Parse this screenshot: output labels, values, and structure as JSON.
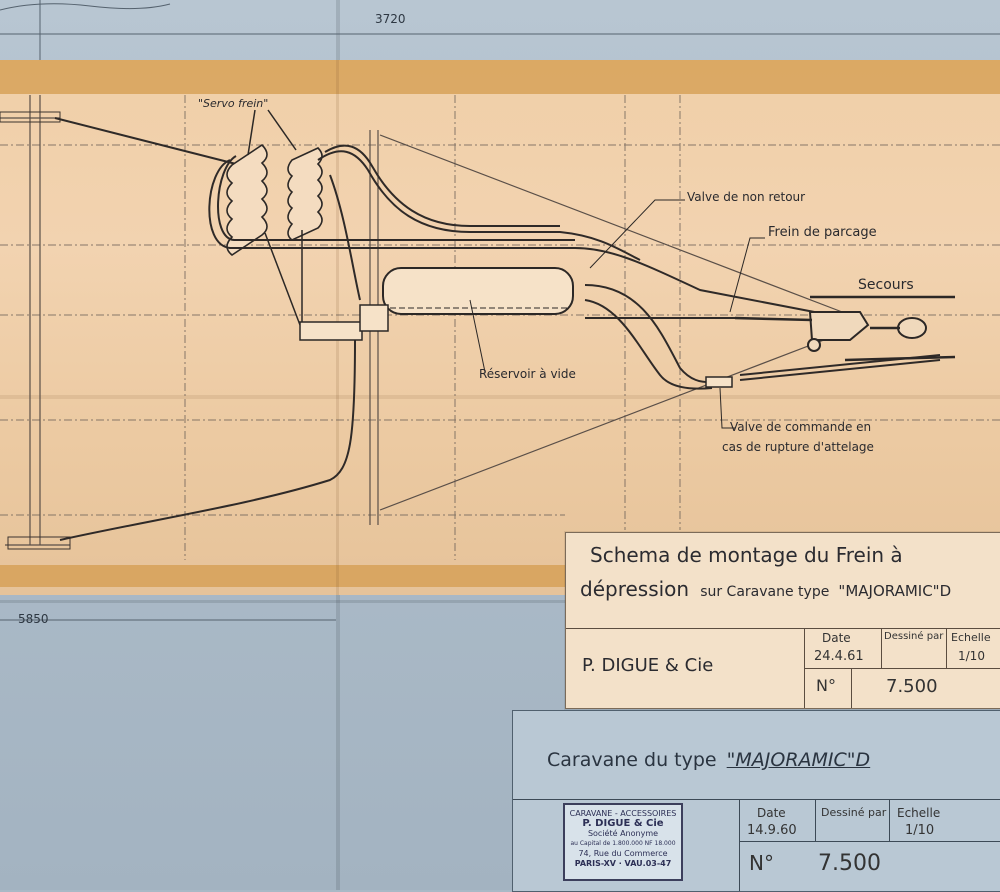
{
  "dimension_top": "3720",
  "dimension_left": "5850",
  "labels": {
    "servo_frein": "\"Servo frein\"",
    "valve_non_retour": "Valve de non retour",
    "frein_parcage": "Frein de parcage",
    "secours": "Secours",
    "reservoir": "Réservoir à vide",
    "valve_commande_1": "Valve de commande en",
    "valve_commande_2": "cas de rupture d'attelage"
  },
  "tracing_title": {
    "line1": "Schema de montage du Frein à",
    "line2_big": "dépression",
    "line2_small": "sur Caravane type",
    "line2_model": "\"MAJORAMIC\"D",
    "company": "P. DIGUE & Cie",
    "date_label": "Date",
    "date_value": "24.4.61",
    "drawn_label": "Dessiné par",
    "scale_label": "Echelle",
    "scale_value": "1/10",
    "number_label": "N°",
    "number_value": "7.500"
  },
  "cartouche": {
    "title_prefix": "Caravane du type",
    "title_model": "\"MAJORAMIC\"D",
    "date_label": "Date",
    "date_value": "14.9.60",
    "drawn_label": "Dessiné par",
    "scale_label": "Echelle",
    "scale_value": "1/10",
    "number_label": "N°",
    "number_value": "7.500",
    "stamp": {
      "line1": "CARAVANE - ACCESSOIRES",
      "line2": "P. DIGUE & Cie",
      "line3": "Société Anonyme",
      "line4": "au Capital de 1.800.000 NF 18.000",
      "line5": "74, Rue du Commerce",
      "line6": "PARIS-XV · VAU.03-47"
    }
  },
  "colors": {
    "tracing_paper": "#f0cfa8",
    "tape": "#d6a056",
    "blueprint": "#aebdca",
    "ink": "#2a2a2e"
  }
}
